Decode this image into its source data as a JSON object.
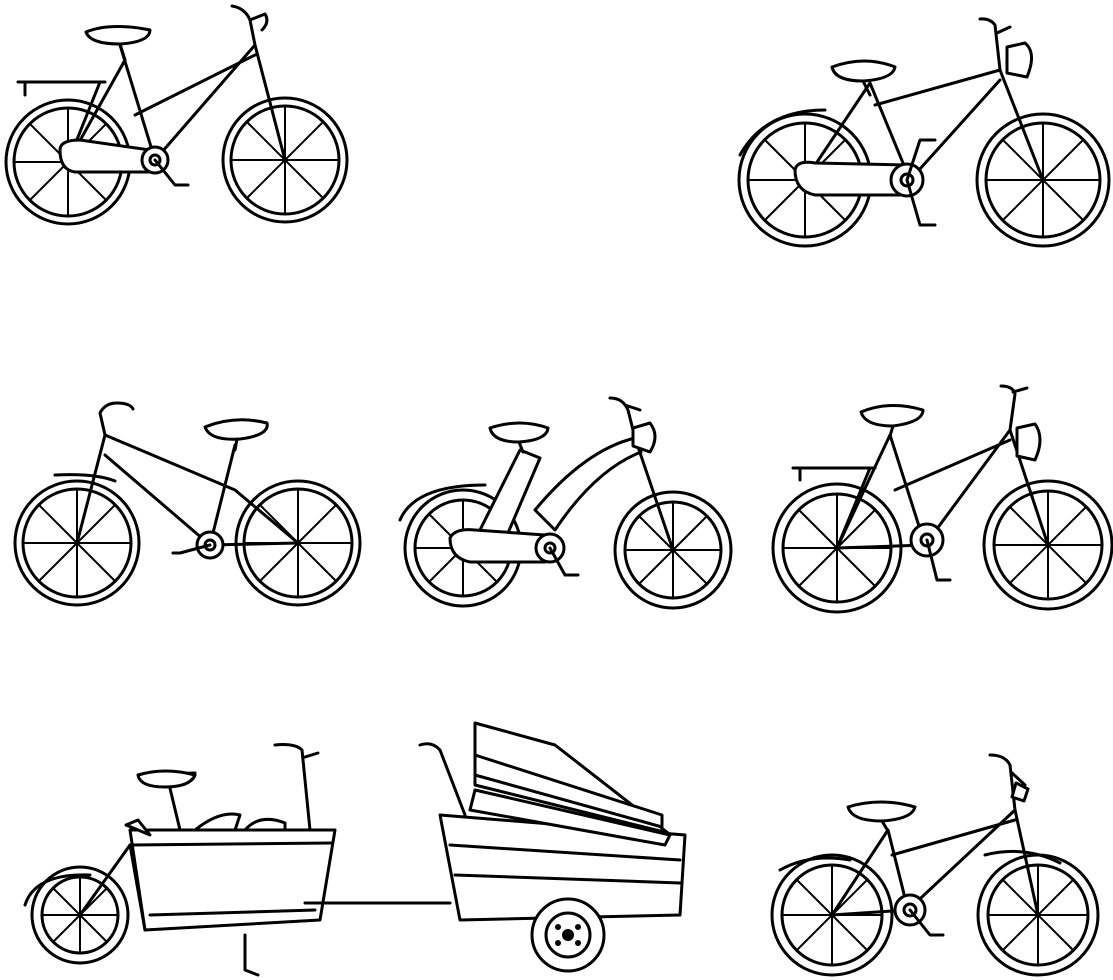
{
  "image": {
    "background_color": "#ffffff",
    "line_color": "#000000",
    "style": "line-art"
  },
  "items": [
    {
      "id": "bike-1",
      "kind": "bicycle",
      "variant": "step-through with rear rack"
    },
    {
      "id": "bike-2",
      "kind": "bicycle",
      "variant": "with headlight"
    },
    {
      "id": "bike-3",
      "kind": "bicycle",
      "variant": "classic frame"
    },
    {
      "id": "bike-4",
      "kind": "bicycle",
      "variant": "cruiser with headlight"
    },
    {
      "id": "bike-5",
      "kind": "bicycle",
      "variant": "rack and headlight"
    },
    {
      "id": "cargo-bike",
      "kind": "cargo bicycle",
      "variant": "front box"
    },
    {
      "id": "bike-trailer",
      "kind": "bicycle trailer",
      "variant": "covered"
    },
    {
      "id": "bike-7",
      "kind": "bicycle",
      "variant": "kids bike"
    }
  ]
}
